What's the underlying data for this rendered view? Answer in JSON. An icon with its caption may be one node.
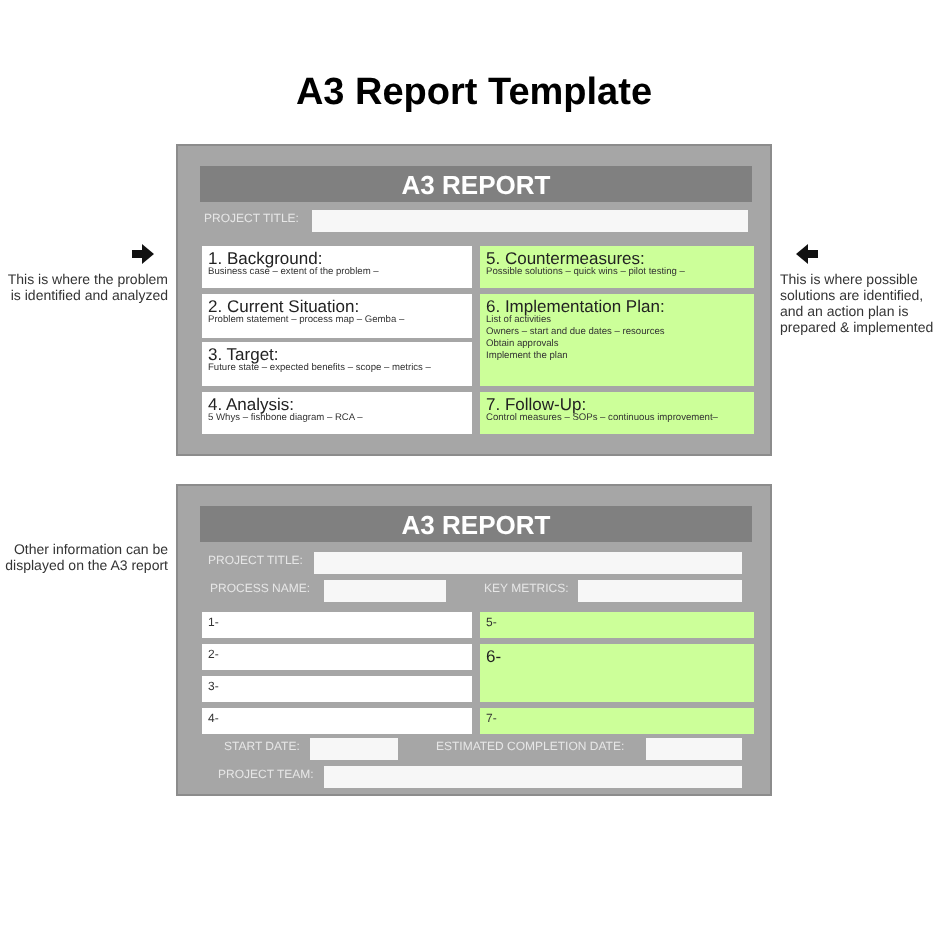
{
  "diagram": {
    "title": "A3 Report Template",
    "nodes": [
      {
        "text": [
          "A3 REPORT"
        ]
      },
      {
        "text": [
          "1. Background:",
          "Business case – extent of the problem –"
        ],
        "in": 0
      },
      {
        "text": [
          "2. Current Situation:",
          "Problem statement – process map – Gemba –"
        ],
        "in": 0
      },
      {
        "text": [
          "3. Target:",
          "Future state – expected benefits – scope – metrics –"
        ],
        "in": 0
      },
      {
        "text": [
          "4. Analysis:",
          "5 Whys – fishbone diagram – RCA –"
        ],
        "in": 0
      },
      {
        "text": [
          "5. Countermeasures:",
          "Possible solutions – quick wins – pilot testing –"
        ],
        "in": 0
      },
      {
        "text": [
          "6. Implementation Plan:",
          "List of activities",
          "Owners – start and due dates – resources",
          "Obtain approvals",
          "Implement the plan"
        ],
        "in": 0
      },
      {
        "text": [
          "7. Follow-Up:",
          "Control measures – SOPs – continuous improvement–"
        ],
        "in": 0
      },
      {
        "text": [
          "A3 REPORT"
        ]
      },
      {
        "text": [
          "1-"
        ],
        "in": 8
      },
      {
        "text": [
          "2-"
        ],
        "in": 8
      },
      {
        "text": [
          "3-"
        ],
        "in": 8
      },
      {
        "text": [
          "4-"
        ],
        "in": 8
      },
      {
        "text": [
          "5-"
        ],
        "in": 8
      },
      {
        "text": [
          "6-"
        ],
        "in": 8
      },
      {
        "text": [
          "7-"
        ],
        "in": 8
      }
    ],
    "labels": [
      "This is where the problem is identified and analyzed",
      "PROJECT TITLE:",
      "This is where possible solutions are identified, and an action plan is prepared & implemented",
      "Other information can be displayed on the A3 report",
      "PROJECT TITLE:",
      "PROCESS NAME:",
      "KEY METRICS:",
      "START DATE:",
      "ESTIMATED COMPLETION DATE:",
      "PROJECT TEAM:"
    ]
  }
}
